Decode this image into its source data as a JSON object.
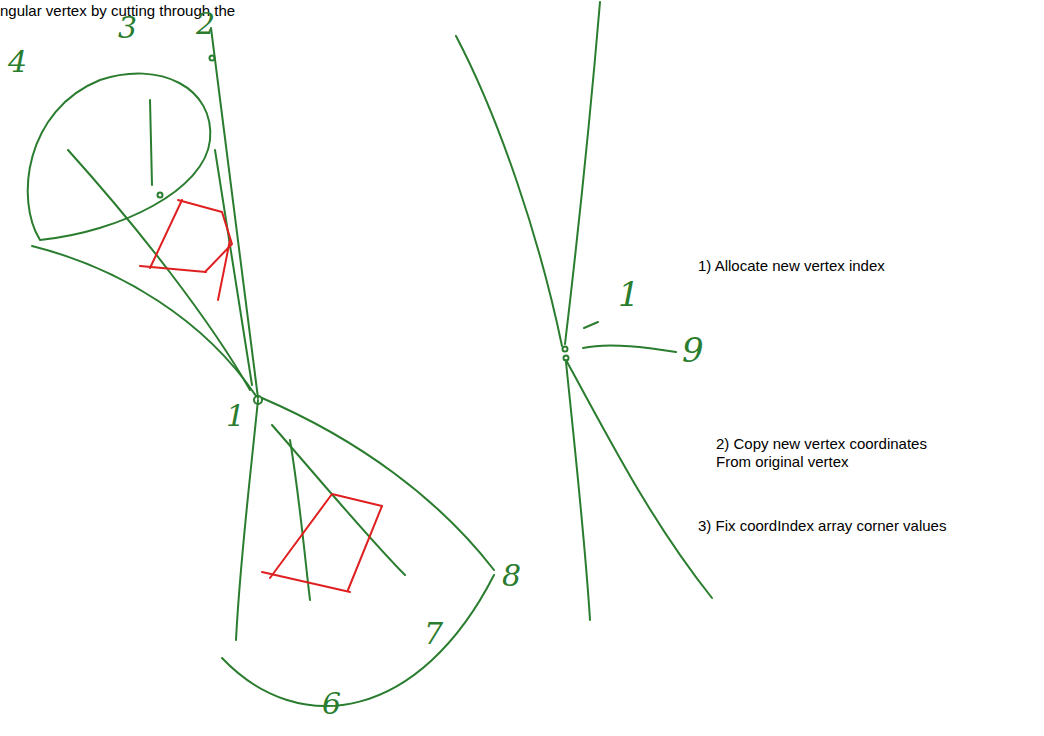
{
  "diagram": {
    "labels": [
      "ngular vertex by cutting through the",
      "3",
      "2",
      "4",
      "1",
      "8",
      "7",
      "6",
      "1",
      "9",
      "1) Allocate new vertex index",
      "2) Copy new vertex coordinates From original vertex",
      "3) Fix coordIndex array corner values"
    ]
  }
}
